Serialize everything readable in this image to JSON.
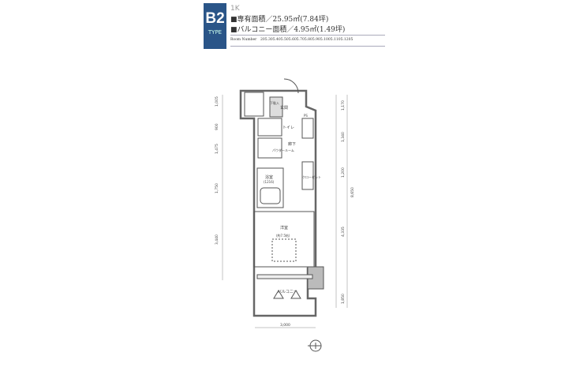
{
  "header": {
    "type_code": "B2",
    "type_label": "TYPE",
    "layout": "1K",
    "area_line": "■専有面積／25.95㎡(7.84坪)",
    "balcony_line": "■バルコニー面積／4.95㎡(1.49坪)",
    "room_number_label": "Room Number",
    "room_numbers": "205.305.405.505.605.705.805.905.1005.1105.1205"
  },
  "rooms": {
    "entrance": "玄関",
    "toilet": "トイレ",
    "powder": "パウダールーム",
    "bath": "浴室",
    "bath_size": "(1216)",
    "hall": "廊下",
    "closet": "クローゼット",
    "western": "洋室",
    "western_size": "(約7.5帖)",
    "balcony": "バルコニー",
    "ps": "PS",
    "shoes": "下駄入"
  },
  "dimensions": {
    "left": [
      "1,005",
      "900",
      "1,475",
      "1,750",
      "3,440"
    ],
    "right": [
      "1,170",
      "1,340",
      "1,200",
      "4,335",
      "1,850"
    ],
    "right_total": "8,650",
    "bottom": "3,000"
  }
}
